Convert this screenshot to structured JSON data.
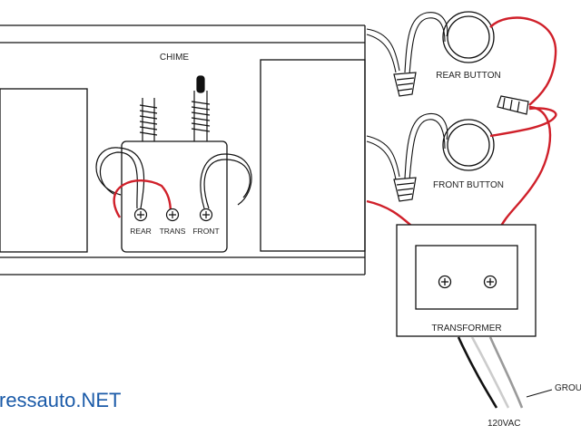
{
  "labels": {
    "chime": "CHIME",
    "rear_button": "REAR BUTTON",
    "front_button": "FRONT  BUTTON",
    "terminal_rear": "REAR",
    "terminal_trans": "TRANS",
    "terminal_front": "FRONT",
    "transformer": "TRANSFORMER",
    "ground": "GROUND",
    "voltage": "120VAC"
  },
  "watermark": "ressauto.NET",
  "colors": {
    "hot_wire": "#d0202a",
    "line": "#111111",
    "ground_wire": "#9a9a9a",
    "watermark": "#1a5aa8"
  }
}
